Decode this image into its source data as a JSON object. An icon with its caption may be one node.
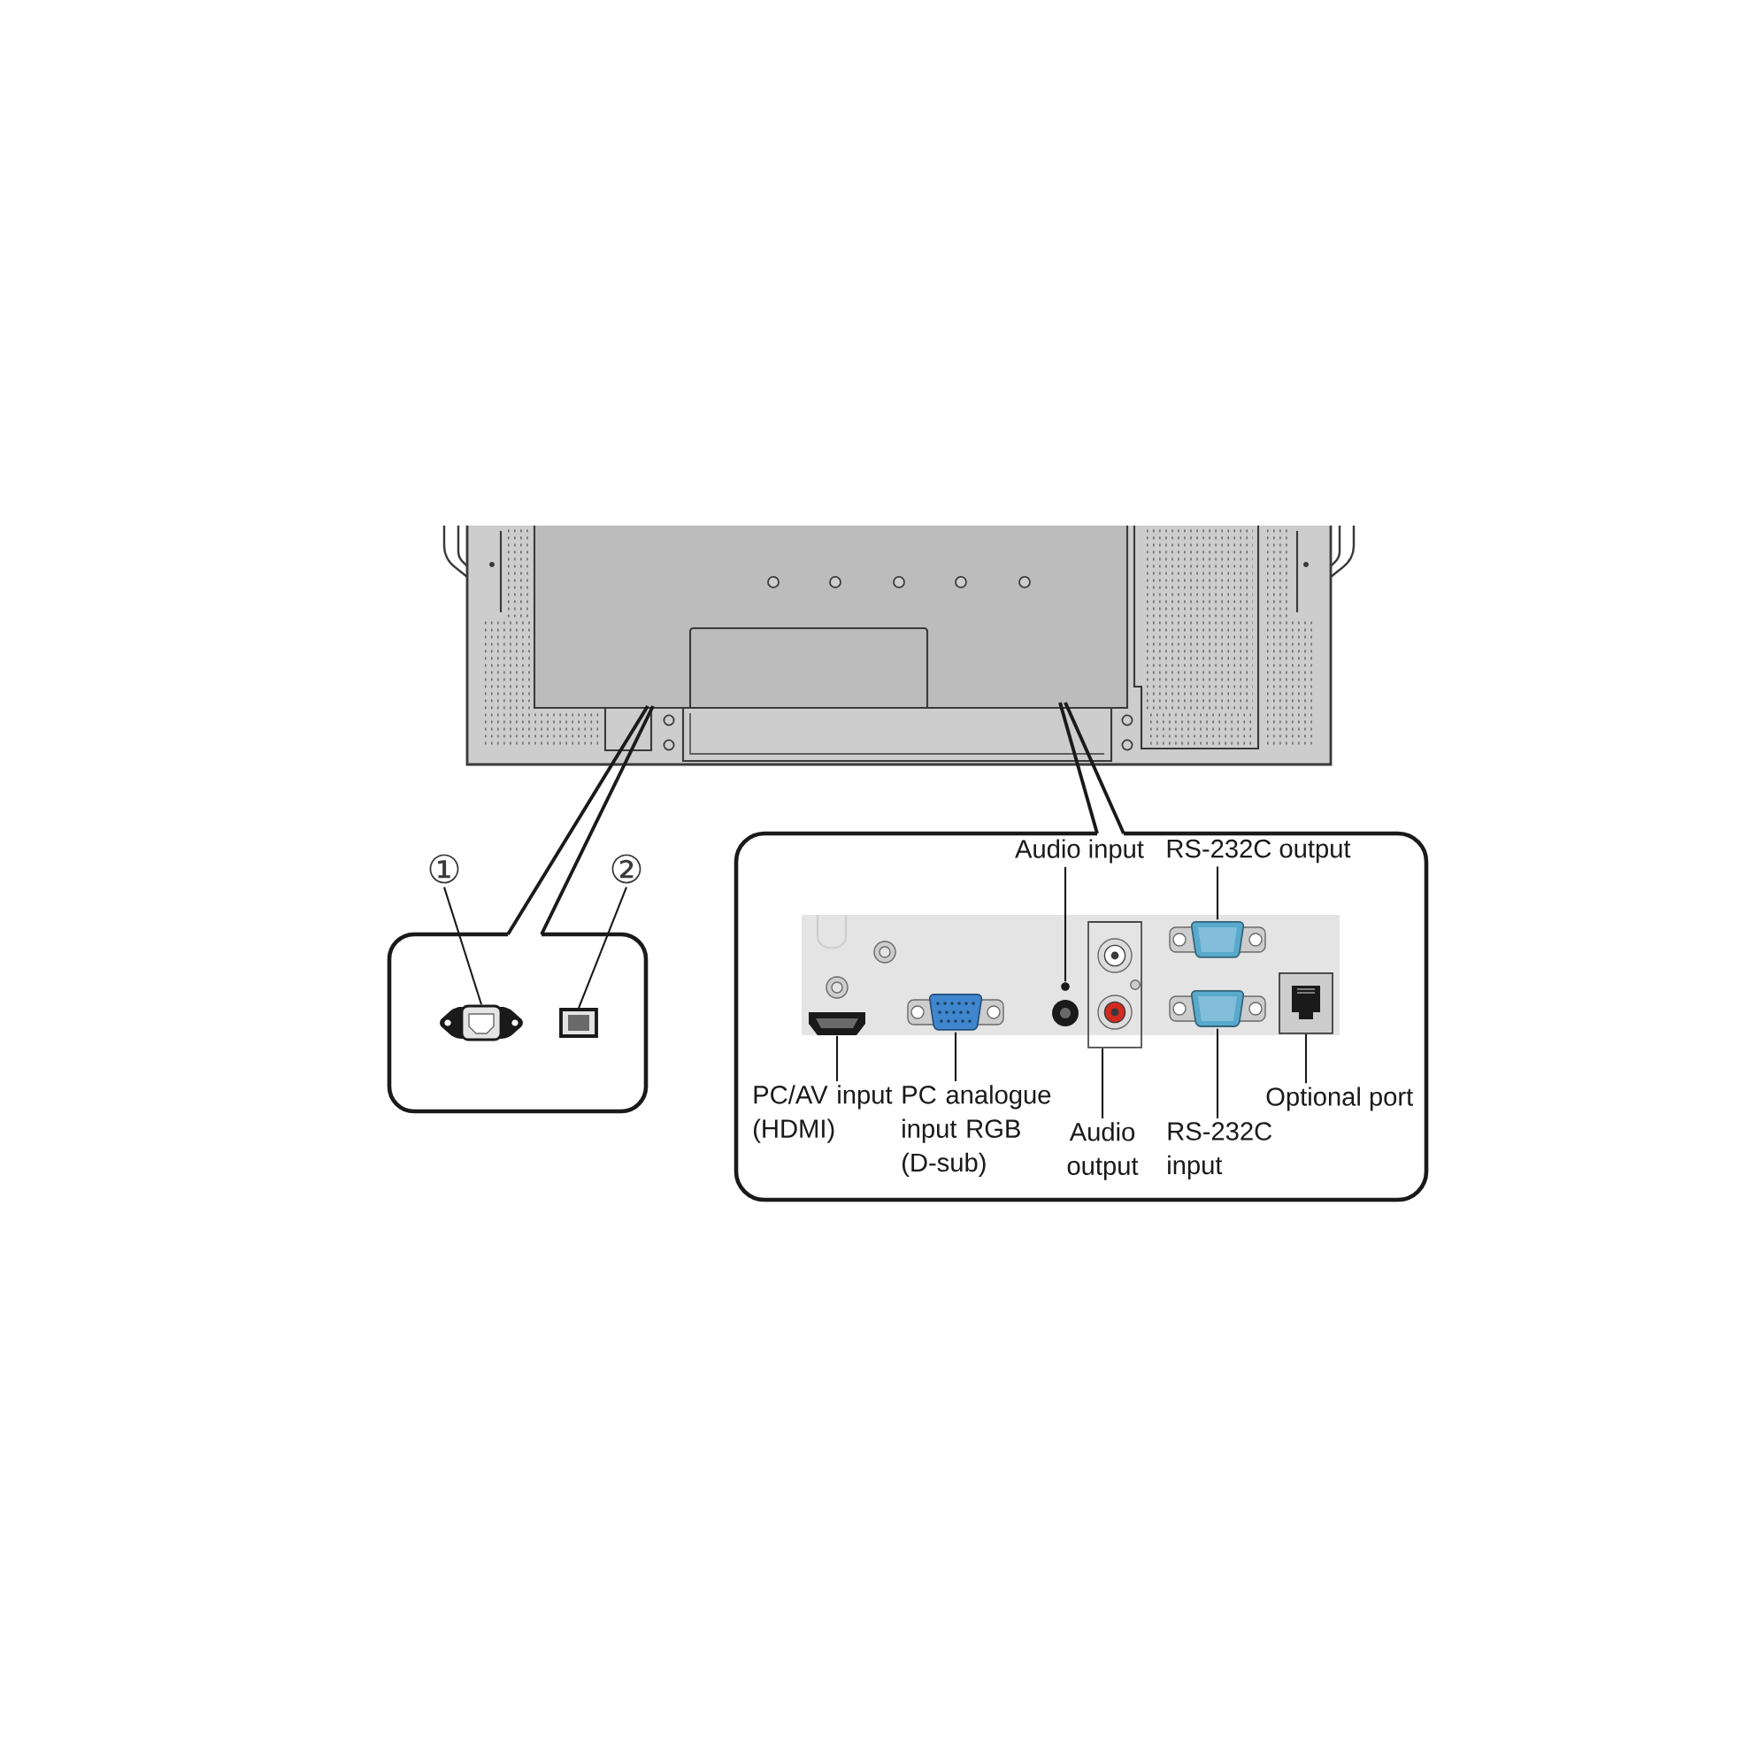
{
  "diagram": {
    "nodes": [
      {
        "text": [],
        "shape": "box"
      },
      {
        "text": [
          "①"
        ]
      },
      {
        "text": [],
        "shape": "picture",
        "in": 0
      },
      {
        "text": [
          "②"
        ]
      },
      {
        "text": [],
        "shape": "picture",
        "in": 0
      },
      {
        "text": [],
        "shape": "box"
      },
      {
        "text": [
          "Audio input"
        ],
        "in": 5
      },
      {
        "text": [
          "RS-232C output"
        ],
        "in": 5
      },
      {
        "text": [
          "PC/AV input (HDMI)"
        ],
        "in": 5
      },
      {
        "text": [
          "PC analogue input RGB (D-sub)"
        ],
        "in": 5
      },
      {
        "text": [
          "Audio output"
        ],
        "in": 5
      },
      {
        "text": [
          "RS-232C input"
        ],
        "in": 5
      },
      {
        "text": [
          "Optional port"
        ],
        "in": 5
      },
      {
        "text": [],
        "shape": "picture",
        "in": 5
      },
      {
        "text": [],
        "shape": "picture",
        "in": 5
      },
      {
        "text": [],
        "shape": "picture",
        "in": 5
      },
      {
        "text": [],
        "shape": "box",
        "in": 5
      },
      {
        "text": [],
        "shape": "picture",
        "in": 5
      },
      {
        "text": [],
        "shape": "picture",
        "in": 5
      },
      {
        "text": [],
        "shape": "picture",
        "in": 5
      }
    ],
    "edges": [
      {
        "from": 1,
        "to": 2,
        "arrow": "none"
      },
      {
        "from": 3,
        "to": 4,
        "arrow": "none"
      },
      {
        "from": 6,
        "to": 15,
        "arrow": "none"
      },
      {
        "from": 7,
        "to": 17,
        "arrow": "none"
      },
      {
        "from": 8,
        "to": 13,
        "arrow": "none"
      },
      {
        "from": 9,
        "to": 14,
        "arrow": "none"
      },
      {
        "from": 10,
        "to": 16,
        "arrow": "none"
      },
      {
        "from": 11,
        "to": 18,
        "arrow": "none"
      },
      {
        "from": 12,
        "to": 19,
        "arrow": "none"
      }
    ]
  }
}
